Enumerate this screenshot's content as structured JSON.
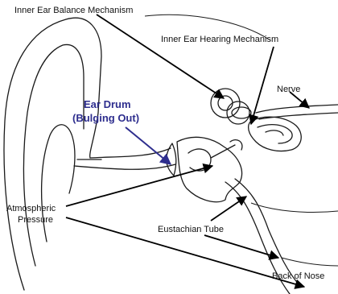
{
  "labels": {
    "inner_ear_balance": "Inner Ear Balance Mechanism",
    "inner_ear_hearing": "Inner Ear Hearing Mechanism",
    "nerve": "Nerve",
    "ear_drum_line1": "Ear Drum",
    "ear_drum_line2": "(Bulging Out)",
    "atmospheric_line1": "Atmospheric",
    "atmospheric_line2": "Pressure",
    "eustachian_tube": "Eustachian Tube",
    "back_of_nose": "Back of Nose"
  },
  "colors": {
    "outline": "#1a1a1a",
    "highlight_label": "#2e2e8e",
    "background": "#ffffff"
  }
}
